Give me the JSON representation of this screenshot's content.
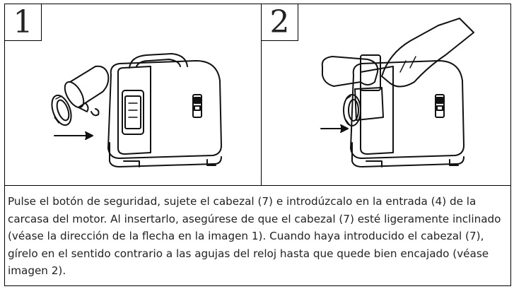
{
  "steps": [
    {
      "number": "1"
    },
    {
      "number": "2"
    }
  ],
  "caption": "Pulse el botón de seguridad, sujete el cabezal (7) e introdúzcalo en la entrada (4) de la carcasa del motor. Al insertarlo, asegúrese de que el cabezal (7) esté ligeramente inclinado (véase la dirección de la flecha en la imagen 1). Cuando haya introducido el cabezal (7), gírelo en el sentido contrario a las agujas del reloj hasta que quede bien encajado (véase imagen 2)."
}
